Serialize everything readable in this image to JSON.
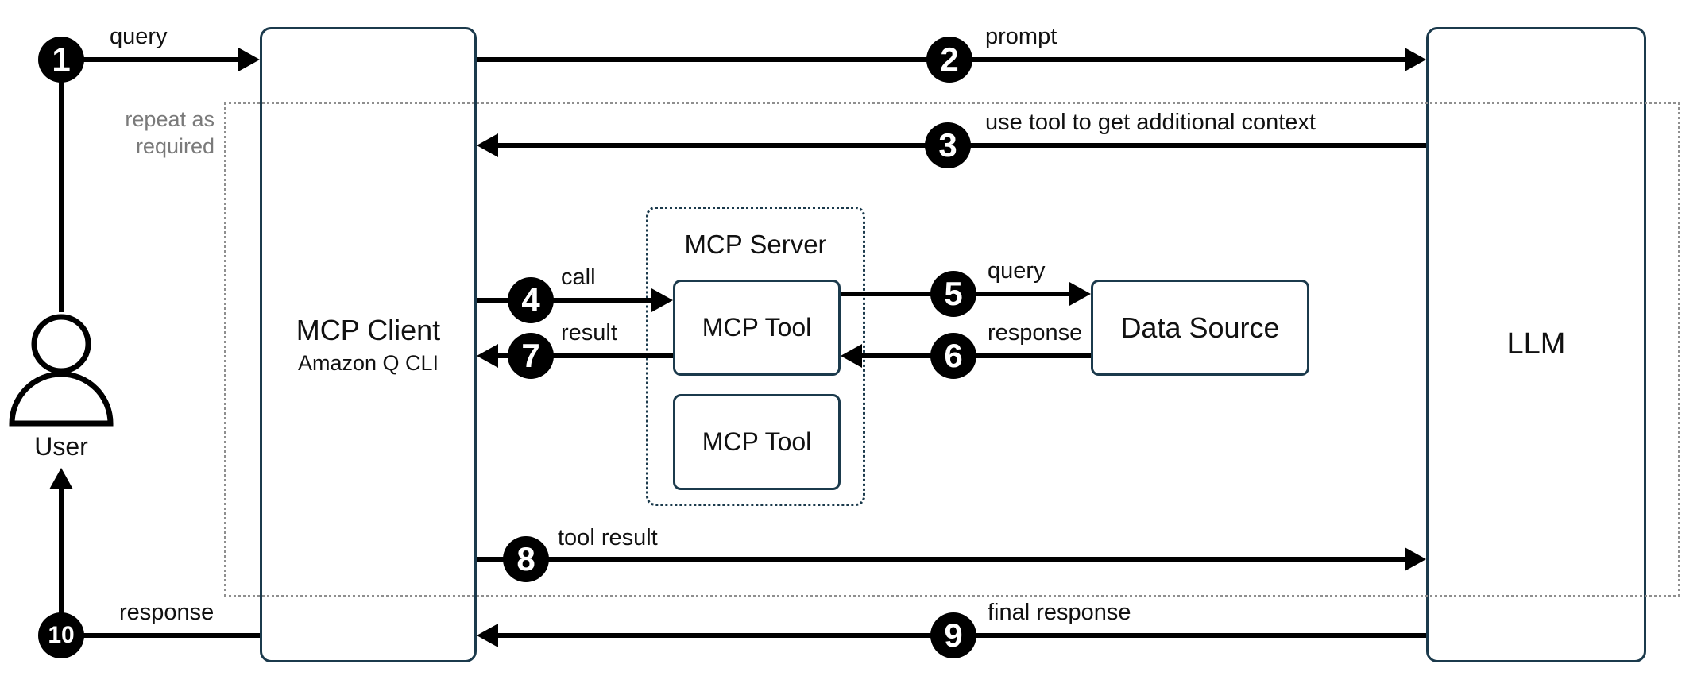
{
  "diagram": {
    "boxes": {
      "mcp_client": {
        "title": "MCP Client",
        "subtitle": "Amazon Q CLI"
      },
      "llm": {
        "title": "LLM"
      },
      "mcp_server": {
        "title": "MCP Server"
      },
      "mcp_tool_1": {
        "title": "MCP Tool"
      },
      "mcp_tool_2": {
        "title": "MCP Tool"
      },
      "data_source": {
        "title": "Data Source"
      }
    },
    "actor": {
      "label": "User"
    },
    "repeat_note": {
      "line1": "repeat as",
      "line2": "required"
    },
    "steps": [
      {
        "num": "1",
        "label": "query"
      },
      {
        "num": "2",
        "label": "prompt"
      },
      {
        "num": "3",
        "label": "use tool to get additional context"
      },
      {
        "num": "4",
        "label": "call"
      },
      {
        "num": "5",
        "label": "query"
      },
      {
        "num": "6",
        "label": "response"
      },
      {
        "num": "7",
        "label": "result"
      },
      {
        "num": "8",
        "label": "tool result"
      },
      {
        "num": "9",
        "label": "final response"
      },
      {
        "num": "10",
        "label": "response"
      }
    ],
    "colors": {
      "outline": "#1b3a4c",
      "arrow": "#000000",
      "repeat_border": "#8f8f8f",
      "repeat_text": "#7a7a7a",
      "background": "#ffffff"
    }
  }
}
